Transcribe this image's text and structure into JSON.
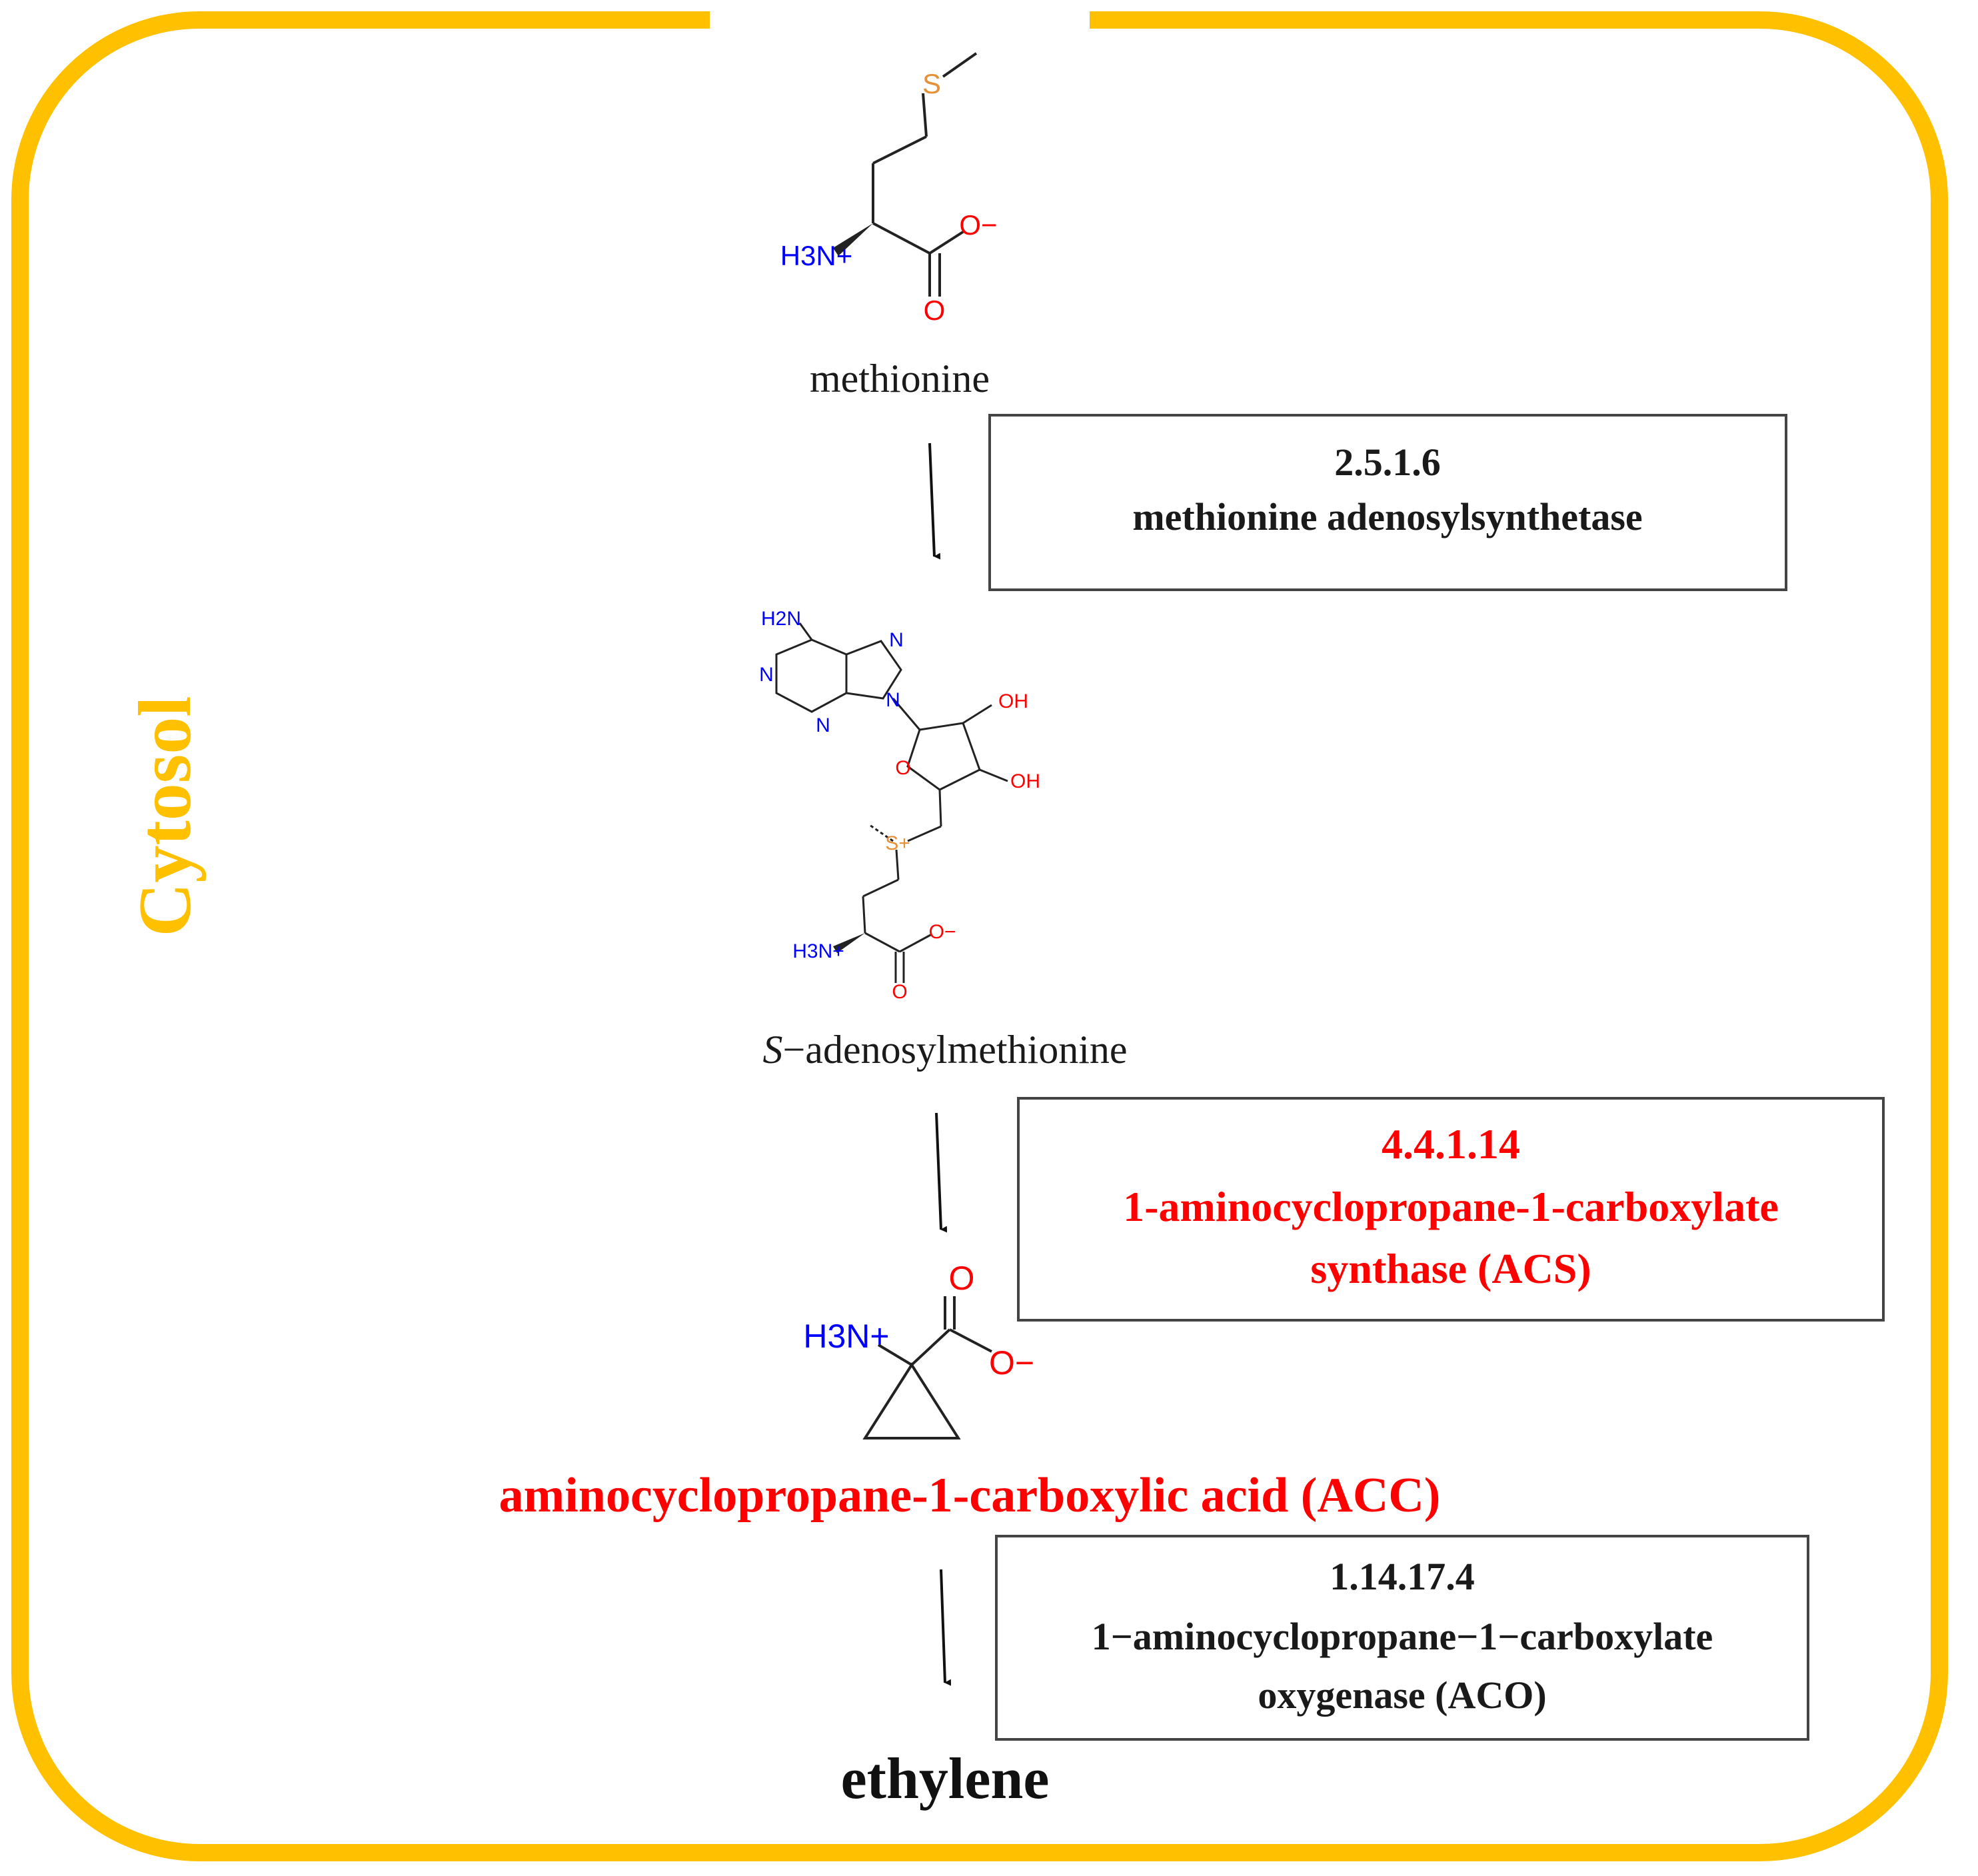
{
  "compartment": {
    "label": "Cytosol",
    "color": "#FFC000"
  },
  "colors": {
    "highlight": "#FF0000",
    "text": "#1a1a1a",
    "nitrogen": "#0000FF",
    "oxygen": "#FF0000",
    "sulfur": "#E69138"
  },
  "compounds": {
    "methionine": {
      "name": "methionine"
    },
    "sam": {
      "prefix": "S",
      "name": "−adenosylmethionine"
    },
    "acc": {
      "name": "aminocyclopropane-1-carboxylic acid (ACC)"
    },
    "ethylene": {
      "name": "ethylene"
    }
  },
  "enzymes": [
    {
      "ec": "2.5.1.6",
      "line1": "methionine adenosylsynthetase",
      "line2": "",
      "highlight": false
    },
    {
      "ec": "4.4.1.14",
      "line1": "1-aminocyclopropane-1-carboxylate",
      "line2": "synthase (ACS)",
      "highlight": true
    },
    {
      "ec": "1.14.17.4",
      "line1": "1−aminocyclopropane−1−carboxylate",
      "line2": "oxygenase (ACO)",
      "highlight": false
    }
  ],
  "atoms": {
    "ammonium": "H3N+",
    "amine": "H2N",
    "nitrogen": "N",
    "oxygen": "O",
    "oxide": "O−",
    "hydroxyl": "OH",
    "sulfur": "S",
    "sulfonium": "S+"
  }
}
